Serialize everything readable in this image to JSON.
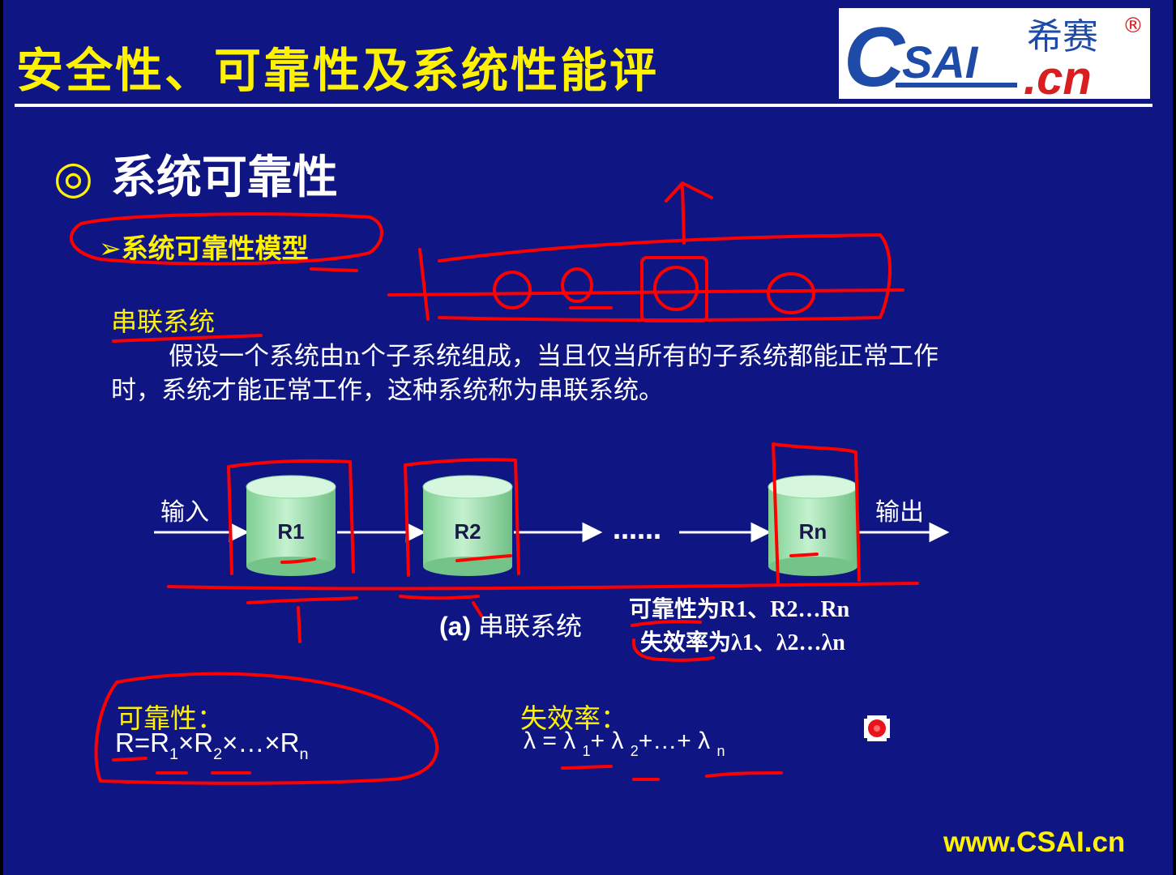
{
  "slide": {
    "title": "安全性、可靠性及系统性能评",
    "logo": {
      "mark": "CSAI",
      "chinese": "希赛",
      "registered": "®",
      "domain": ".cn"
    },
    "section_bullet": "◎",
    "section_title": "系统可靠性",
    "model_label": "➢系统可靠性模型",
    "series_label": "串联系统",
    "definition_line1": "假设一个系统由n个子系统组成，当且仅当所有的子系统都能正常工作",
    "definition_line2": "时，系统才能正常工作，这种系统称为串联系统。",
    "diagram": {
      "input_label": "输入",
      "output_label": "输出",
      "ellipsis": "……",
      "units": [
        "R1",
        "R2",
        "Rn"
      ],
      "caption_tag": "(a)",
      "caption_text": "串联系统",
      "reliability_note": "可靠性为R1、R2…Rn",
      "failure_note": "失效率为λ1、λ2…λn"
    },
    "reliability_heading": "可靠性：",
    "reliability_formula": {
      "lhs": "R=R",
      "sub1": "1",
      "times1": "×R",
      "sub2": "2",
      "rest": "×…×R",
      "subn": "n"
    },
    "failure_heading": "失效率：",
    "failure_formula": {
      "lhs": "λ = λ ",
      "sub1": "1",
      "plus1": "+ λ ",
      "sub2": "2",
      "rest": "+…+ λ ",
      "subn": "n"
    },
    "website": "www.CSAI.cn"
  },
  "colors": {
    "background": "#0f1684",
    "heading_yellow": "#fff200",
    "text_white": "#ffffff",
    "cylinder_green": "#a6e6b4",
    "annotation_red": "#ff0000"
  }
}
